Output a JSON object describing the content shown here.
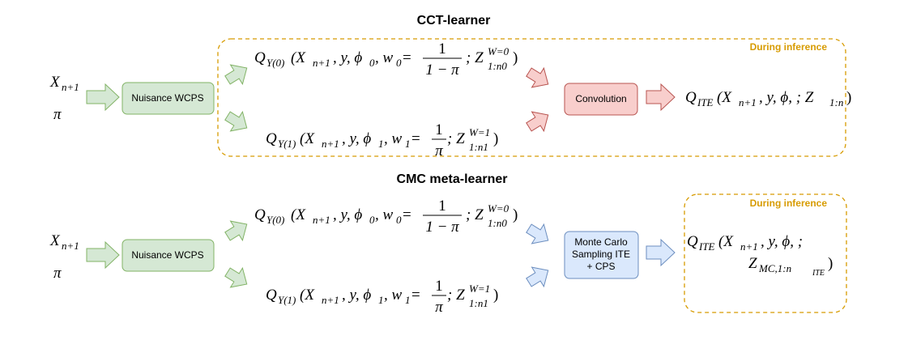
{
  "titles": {
    "cct": "CCT-learner",
    "cmc": "CMC meta-learner"
  },
  "colors": {
    "green_fill": "#d5e8d4",
    "green_stroke": "#82b366",
    "red_fill": "#f8cecc",
    "red_stroke": "#b85450",
    "blue_fill": "#dae8fc",
    "blue_stroke": "#6c8ebf",
    "dash": "#d79b00"
  },
  "labels": {
    "during_inference": "During inference",
    "nuisance": "Nuisance WCPS",
    "convolution": "Convolution",
    "mc_line1": "Monte Carlo",
    "mc_line2": "Sampling ITE",
    "mc_line3": "+ CPS"
  },
  "math": {
    "X": "X",
    "X_sub": "n+1",
    "pi": "π",
    "Q": "Q",
    "Y0_sub": "Y(0)",
    "Y1_sub": "Y(1)",
    "args0": "(X",
    "args0_b": ", y, ϕ",
    "args0_c": ", w",
    "eq": " =",
    "frac0_num": "1",
    "frac0_den": "1 − π",
    "frac1_num": "1",
    "frac1_den": "π",
    "semi": "; Z",
    "Z0_sup": "W=0",
    "Z0_sub": "1:n0",
    "Z1_sup": "W=1",
    "Z1_sub": "1:n1",
    "close": ")",
    "ite_sub": "ITE",
    "ite_args": "(X",
    "ite_args_b": ", y, ϕ, ; Z",
    "ite_Zsub": "1:n",
    "ite_args_c": ", y, ϕ, ;",
    "mc_Z": "Z",
    "mc_Zsub": "MC,1:n",
    "mc_Zsubsub": "ITE",
    "zero": "0",
    "one": "1"
  }
}
